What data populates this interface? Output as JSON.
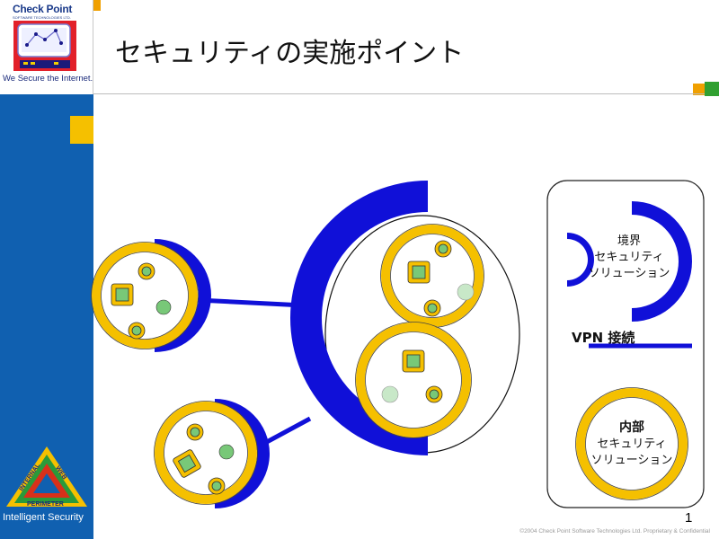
{
  "header": {
    "title": "セキュリティの実施ポイント",
    "page_number": "1"
  },
  "branding": {
    "logo_name": "Check Point",
    "logo_sub": "SOFTWARE TECHNOLOGIES LTD.",
    "tagline": "We Secure the Internet.",
    "bottom_logo_label": "Intelligent Security",
    "triangle_words": [
      "INTERNAL",
      "WEB",
      "PERIMETER"
    ]
  },
  "legend": {
    "perimeter_lines": [
      "境界",
      "セキュリティ",
      "ソリューション"
    ],
    "vpn_label": "VPN 接続",
    "internal_lines": [
      "内部",
      "セキュリティ",
      "ソリューション"
    ]
  },
  "footer": {
    "copyright": "©2004 Check Point Software Technologies Ltd. Proprietary & Confidential"
  },
  "colors": {
    "sidebar": "#1060b0",
    "perimeter_blue": "#1010d8",
    "ring_gold": "#f5c000",
    "node_green": "#78c878",
    "accent_orange": "#f0a000",
    "accent_green": "#30a030"
  }
}
